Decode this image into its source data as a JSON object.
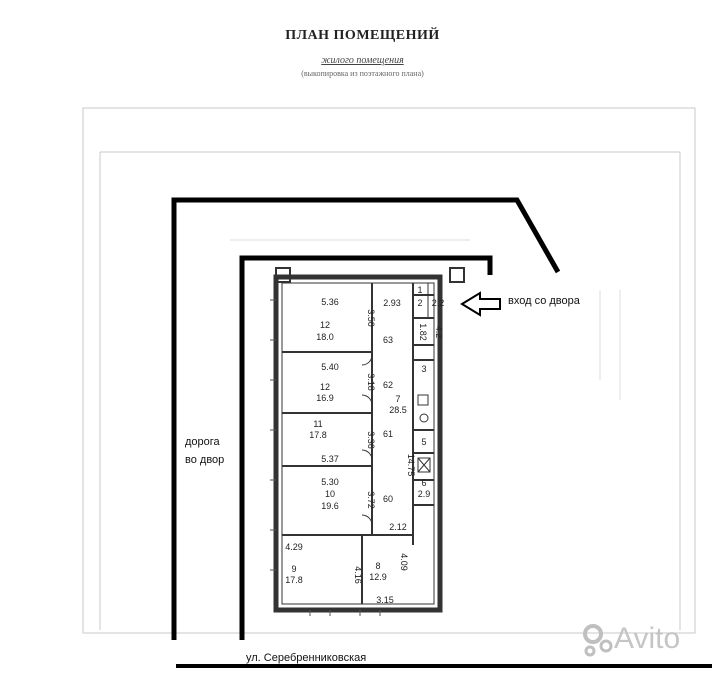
{
  "header": {
    "title": "ПЛАН ПОМЕЩЕНИЙ",
    "subtitle": "жилого помещения",
    "note": "(выкопировка из поэтажного плана)"
  },
  "annotations": {
    "entrance": "вход со двора",
    "road_line1": "дорога",
    "road_line2": "во двор",
    "street": "ул. Серебренниковская"
  },
  "watermark": "Avito",
  "rooms": {
    "r12": {
      "num": "12",
      "area": "18.0"
    },
    "r12b": {
      "num": "12",
      "area": "16.9"
    },
    "r11": {
      "num": "11",
      "area": "17.8"
    },
    "r10": {
      "num": "10",
      "area": "19.6"
    },
    "r9": {
      "num": "9",
      "area": "17.8"
    },
    "r8": {
      "num": "8",
      "area": "12.9"
    },
    "r7": {
      "num": "7",
      "area": "28.5"
    },
    "r6": {
      "num": "6",
      "area": "2.9"
    },
    "r1": {
      "num": "1"
    },
    "r2": {
      "num": "2",
      "area": "2.2"
    },
    "r3": {
      "num": "3"
    },
    "r5": {
      "num": "5"
    }
  },
  "dims": {
    "d536": "5.36",
    "d350": "3.50",
    "d293": "2.93",
    "d540": "5.40",
    "d318": "3.18",
    "d336": "3.36",
    "d537": "5.37",
    "d1475": "14.75",
    "d530": "5.30",
    "d372": "3.72",
    "d212": "2.12",
    "d429": "4.29",
    "d416": "4.16",
    "d409": "4.09",
    "d315": "3.15",
    "d182": "1.82",
    "d42": "4.2",
    "d63": "63",
    "d62": "62",
    "d61": "61",
    "d60": "60"
  }
}
